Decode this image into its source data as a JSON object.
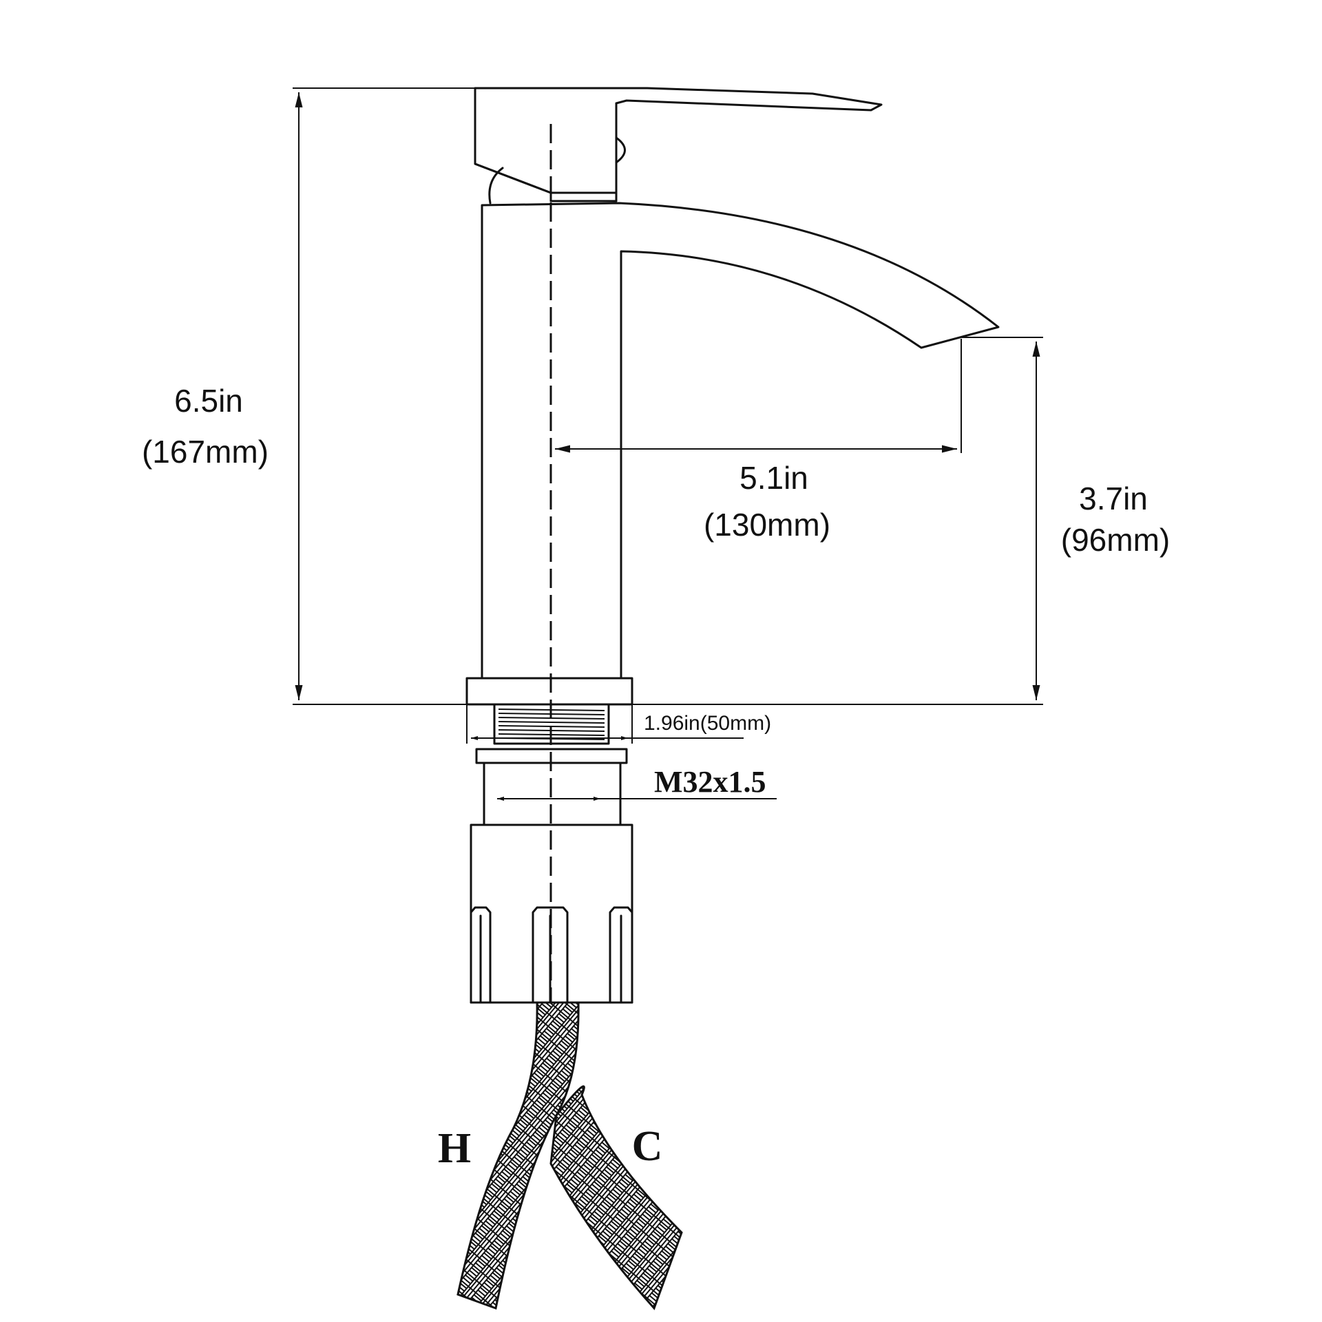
{
  "dimensions": {
    "total_height_in": "6.5in",
    "total_height_mm": "(167mm)",
    "spout_reach_in": "5.1in",
    "spout_reach_mm": "(130mm)",
    "spout_height_in": "3.7in",
    "spout_height_mm": "(96mm)",
    "base_diameter": "1.96in(50mm)",
    "thread_size": "M32x1.5"
  },
  "hoses": {
    "hot_label": "H",
    "cold_label": "C"
  },
  "colors": {
    "line": "#111111",
    "background": "#ffffff"
  }
}
